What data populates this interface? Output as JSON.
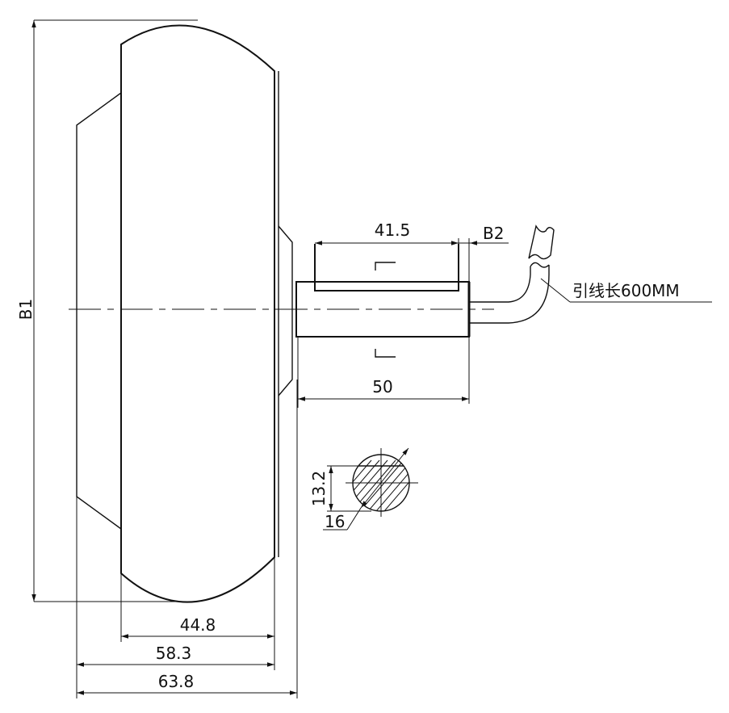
{
  "drawing": {
    "dimensions": {
      "b1": "B1",
      "b2": "B2",
      "keyway_length": "41.5",
      "shaft_length": "50",
      "flat_width": "13.2",
      "shaft_diameter": "16",
      "tire_width": "44.8",
      "hub_width": "58.3",
      "overall_width": "63.8"
    },
    "cable_note": "引线长600MM"
  }
}
